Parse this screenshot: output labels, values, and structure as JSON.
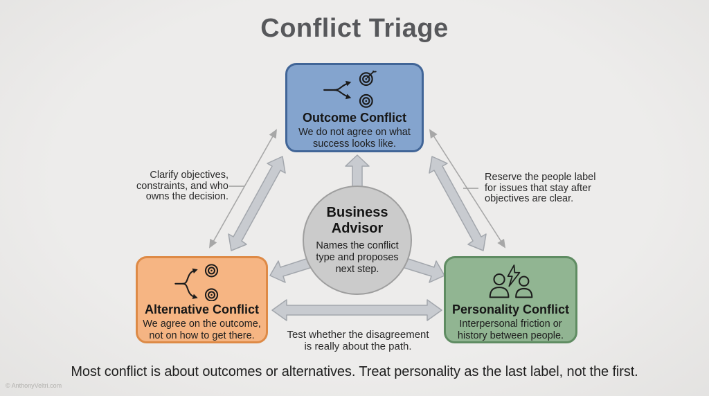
{
  "title": "Conflict Triage",
  "nodes": {
    "outcome": {
      "title": "Outcome Conflict",
      "body": [
        "We do not agree on what",
        "success looks like."
      ],
      "icon": "split-arrows-two-targets-icon"
    },
    "alternative": {
      "title": "Alternative Conflict",
      "body": [
        "We agree on the outcome,",
        "not on how to get there."
      ],
      "icon": "curved-split-arrows-two-targets-icon"
    },
    "personality": {
      "title": "Personality Conflict",
      "body": [
        "Interpersonal friction or",
        "history between people."
      ],
      "icon": "two-people-lightning-icon"
    },
    "advisor": {
      "title": [
        "Business",
        "Advisor"
      ],
      "body": [
        "Names the conflict",
        "type and proposes",
        "next step."
      ]
    }
  },
  "annotations": {
    "left": [
      "Clarify objectives,",
      "constraints, and who",
      "owns the decision."
    ],
    "right": [
      "Reserve the people label",
      "for issues that stay after",
      "objectives are clear."
    ],
    "bottom": [
      "Test whether the disagreement",
      "is really about the path."
    ]
  },
  "takeaway": "Most conflict is about outcomes or alternatives. Treat personality as the last label, not the first.",
  "watermark": "© AnthonyVeltri.com",
  "colors": {
    "background": "#edeceb",
    "title_text": "#57585b",
    "outcome_fill": "#84a4ce",
    "outcome_border": "#416597",
    "alternative_fill": "#f6b583",
    "alternative_border": "#de8a46",
    "personality_fill": "#91b592",
    "personality_border": "#5f8c62",
    "advisor_fill": "#cbcbcb",
    "advisor_border": "#9e9e9e",
    "arrow_fill": "#c8cbd0",
    "arrow_stroke": "#a2a6ac",
    "thin_arrow": "#a7a7a7"
  }
}
